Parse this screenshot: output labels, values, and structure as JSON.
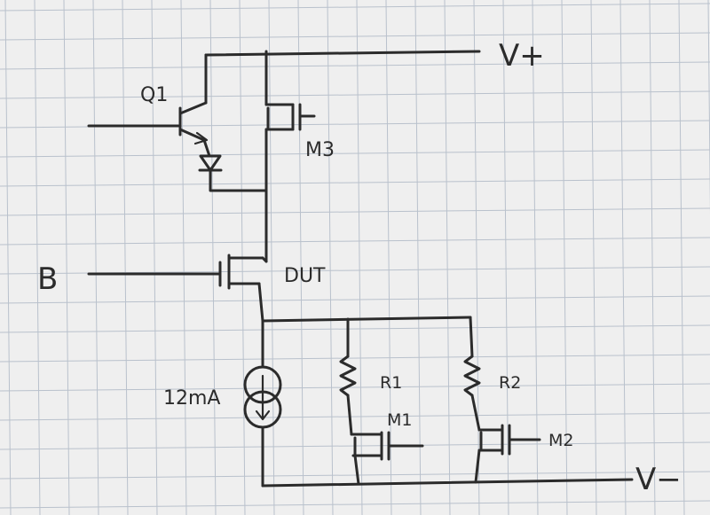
{
  "labels": {
    "vplus": "V+",
    "vminus": "V−",
    "q1": "Q1",
    "m3": "M3",
    "dut": "DUT",
    "b": "B",
    "current": "12mA",
    "r1": "R1",
    "r2": "R2",
    "m1": "M1",
    "m2": "M2"
  },
  "colors": {
    "paper": "#efefef",
    "grid": "#b9c1cc",
    "ink": "#2b2b2b"
  }
}
